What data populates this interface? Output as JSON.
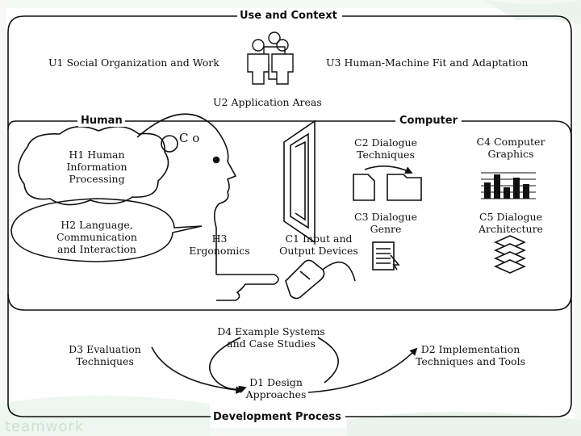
{
  "sections": {
    "use_context": "Use and Context",
    "human": "Human",
    "computer": "Computer",
    "development": "Development Process"
  },
  "use": {
    "u1": "U1 Social Organization and Work",
    "u2": "U2 Application Areas",
    "u3": "U3 Human-Machine Fit and Adaptation"
  },
  "human_items": {
    "h1": [
      "H1 Human",
      "Information",
      "Processing"
    ],
    "h2": [
      "H2 Language,",
      "Communication",
      "and Interaction"
    ],
    "h3": [
      "H3",
      "Ergonomics"
    ],
    "thought_glyph": "C o"
  },
  "computer_items": {
    "c1": [
      "C1 Input and",
      "Output Devices"
    ],
    "c2": [
      "C2 Dialogue",
      "Techniques"
    ],
    "c3": [
      "C3 Dialogue",
      "Genre"
    ],
    "c4": [
      "C4 Computer",
      "Graphics"
    ],
    "c5": [
      "C5 Dialogue",
      "Architecture"
    ]
  },
  "development_items": {
    "d1": [
      "D1 Design",
      "Approaches"
    ],
    "d2": [
      "D2 Implementation",
      "Techniques and Tools"
    ],
    "d3": [
      "D3 Evaluation",
      "Techniques"
    ],
    "d4": [
      "D4 Example Systems",
      "and Case Studies"
    ]
  },
  "watermark": "teamwork",
  "colors": {
    "ink": "#111111",
    "background_pattern": "#eaf3ec"
  }
}
